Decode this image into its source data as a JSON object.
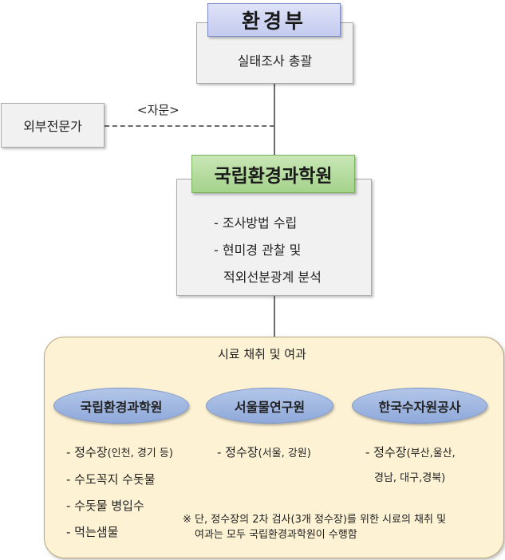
{
  "ministry": {
    "title": "환경부",
    "role": "실태조사 총괄"
  },
  "advisor": {
    "label": "외부전문가",
    "link_label": "<자문>"
  },
  "institute": {
    "title": "국립환경과학원",
    "tasks": [
      "- 조사방법 수립",
      "- 현미경 관찰 및",
      "적외선분광계 분석"
    ]
  },
  "sampling": {
    "title": "시료 채취 및 여과",
    "orgs": [
      {
        "name": "국립환경과학원",
        "items": [
          "- 정수장",
          "(인천, 경기 등)",
          "- 수도꼭지 수돗물",
          "- 수돗물 병입수",
          "- 먹는샘물"
        ]
      },
      {
        "name": "서울물연구원",
        "items": [
          "- 정수장",
          "(서울, 강원)"
        ]
      },
      {
        "name": "한국수자원공사",
        "items": [
          "- 정수장",
          "(부산,울산,",
          "경남, 대구,경북)"
        ]
      }
    ],
    "note": [
      "※ 단, 정수장의 2차 검사(3개 정수장)를 위한 시료의 채취 및",
      "여과는 모두 국립환경과학원이 수행함"
    ]
  }
}
